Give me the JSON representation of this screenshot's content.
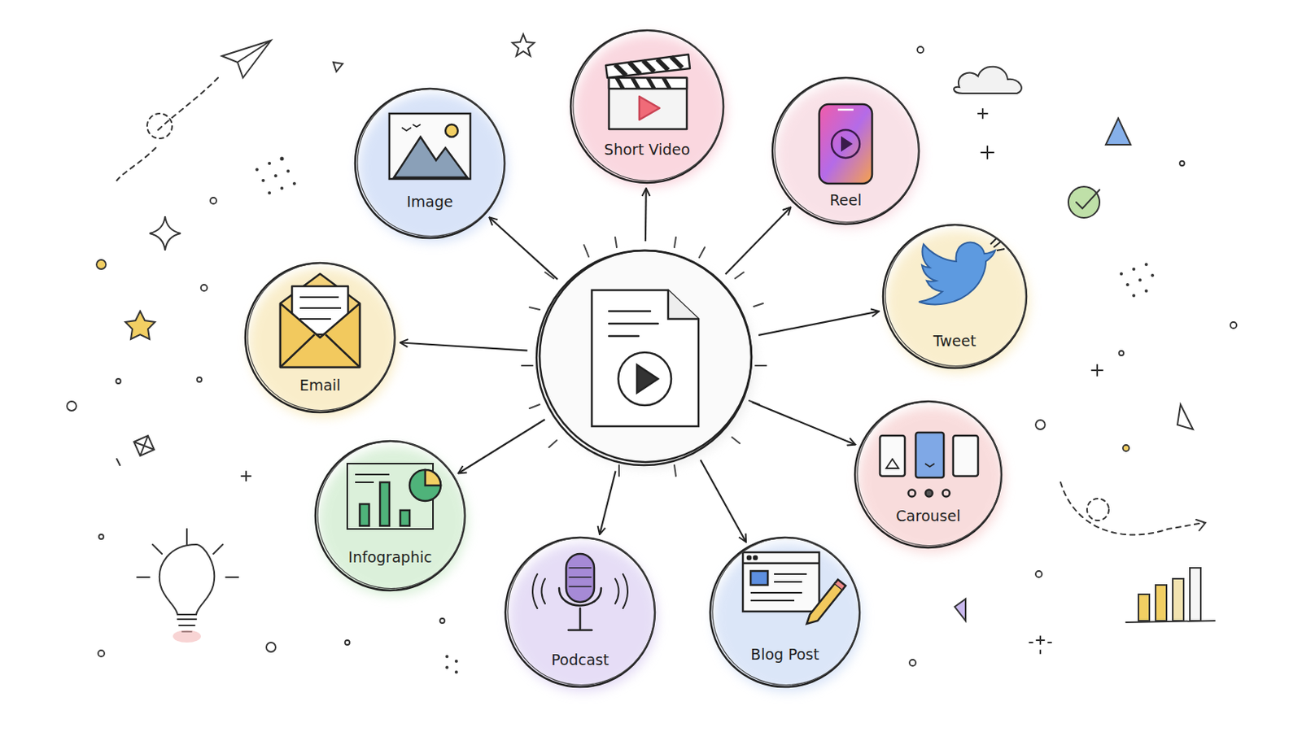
{
  "diagram": {
    "nodes": [
      {
        "text": [
          "Short Video"
        ]
      },
      {
        "text": [
          "Image"
        ]
      },
      {
        "text": [
          "Reel"
        ]
      },
      {
        "text": [
          "Tweet"
        ]
      },
      {
        "text": [
          "Email"
        ]
      },
      {
        "text": [
          "Carousel"
        ]
      },
      {
        "text": [
          "Infographic"
        ]
      },
      {
        "text": [
          "Podcast"
        ]
      },
      {
        "text": [
          "Blog Post"
        ]
      }
    ]
  }
}
